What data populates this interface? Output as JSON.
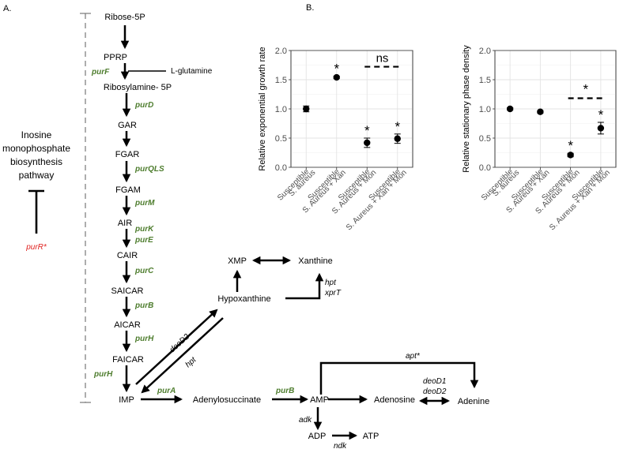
{
  "panels": {
    "a": "A.",
    "b": "B."
  },
  "pathway": {
    "side_label": [
      "Inosine",
      "monophosphate",
      "biosynthesis",
      "pathway"
    ],
    "repressor": "purR*",
    "glutamine": "L-glutamine",
    "metabolites": {
      "ribose5p": "Ribose-5P",
      "pprp": "PPRP",
      "ribosylamine": "Ribosylamine- 5P",
      "gar": "GAR",
      "fgar": "FGAR",
      "fgam": "FGAM",
      "air": "AIR",
      "cair": "CAIR",
      "saicar": "SAICAR",
      "aicar": "AICAR",
      "faicar": "FAICAR",
      "imp": "IMP",
      "adenylosuccinate": "Adenylosuccinate",
      "amp": "AMP",
      "adenosine": "Adenosine",
      "adenine": "Adenine",
      "adp": "ADP",
      "atp": "ATP",
      "xmp": "XMP",
      "xanthine": "Xanthine",
      "hypoxanthine": "Hypoxanthine"
    },
    "enzymes": {
      "purF": "purF",
      "purD": "purD",
      "purQLS": "purQLS",
      "purM": "purM",
      "purK": "purK",
      "purE": "purE",
      "purC": "purC",
      "purB1": "purB",
      "purH1": "purH",
      "purH2": "purH",
      "purA": "purA",
      "purB2": "purB",
      "adk": "adk",
      "ndk": "ndk",
      "apt": "apt*",
      "deoD1": "deoD1",
      "deoD2a": "deoD2",
      "deoD2b": "deoD2",
      "hpt1": "hpt",
      "hpt2": "hpt",
      "xprT": "xprT"
    }
  },
  "chart_data": [
    {
      "type": "scatter",
      "title": "",
      "xlabel": "",
      "ylabel": "Relative exponential growth rate",
      "ylim": [
        0,
        2.0
      ],
      "yticks": [
        0.0,
        0.5,
        1.0,
        1.5,
        2.0
      ],
      "ytick_labels": [
        "0.0",
        "0.5",
        "1.0",
        "1.5",
        "2.0"
      ],
      "grid": true,
      "categories": [
        [
          "Susceptible",
          "S. aureus"
        ],
        [
          "Susceptible",
          "S. Aureus + Xan"
        ],
        [
          "Susceptible",
          "S. Aureus + Mon"
        ],
        [
          "Susceptible",
          "S. Aureus + Xan + Mon"
        ]
      ],
      "values": [
        1.0,
        1.54,
        0.42,
        0.49
      ],
      "errors": [
        0.05,
        0.02,
        0.08,
        0.08
      ],
      "significance": [
        "",
        "*",
        "*",
        "*"
      ],
      "comparison": {
        "between": [
          2,
          3
        ],
        "label": "ns"
      }
    },
    {
      "type": "scatter",
      "title": "",
      "xlabel": "",
      "ylabel": "Relative stationary phase density",
      "ylim": [
        0,
        2.0
      ],
      "yticks": [
        0.0,
        0.5,
        1.0,
        1.5,
        2.0
      ],
      "ytick_labels": [
        "0.0",
        "0.5",
        "1.0",
        "1.5",
        "2.0"
      ],
      "grid": true,
      "categories": [
        [
          "Susceptible",
          "S. aureus"
        ],
        [
          "Susceptible",
          "S. Aureus + Xan"
        ],
        [
          "Susceptible",
          "S. Aureus + Mon"
        ],
        [
          "Susceptible",
          "S. Aureus + Xan + Mon"
        ]
      ],
      "values": [
        1.0,
        0.95,
        0.21,
        0.67
      ],
      "errors": [
        0.02,
        0.02,
        0.03,
        0.1
      ],
      "significance": [
        "",
        "",
        "*",
        "*"
      ],
      "comparison": {
        "between": [
          2,
          3
        ],
        "label": "*"
      }
    }
  ]
}
